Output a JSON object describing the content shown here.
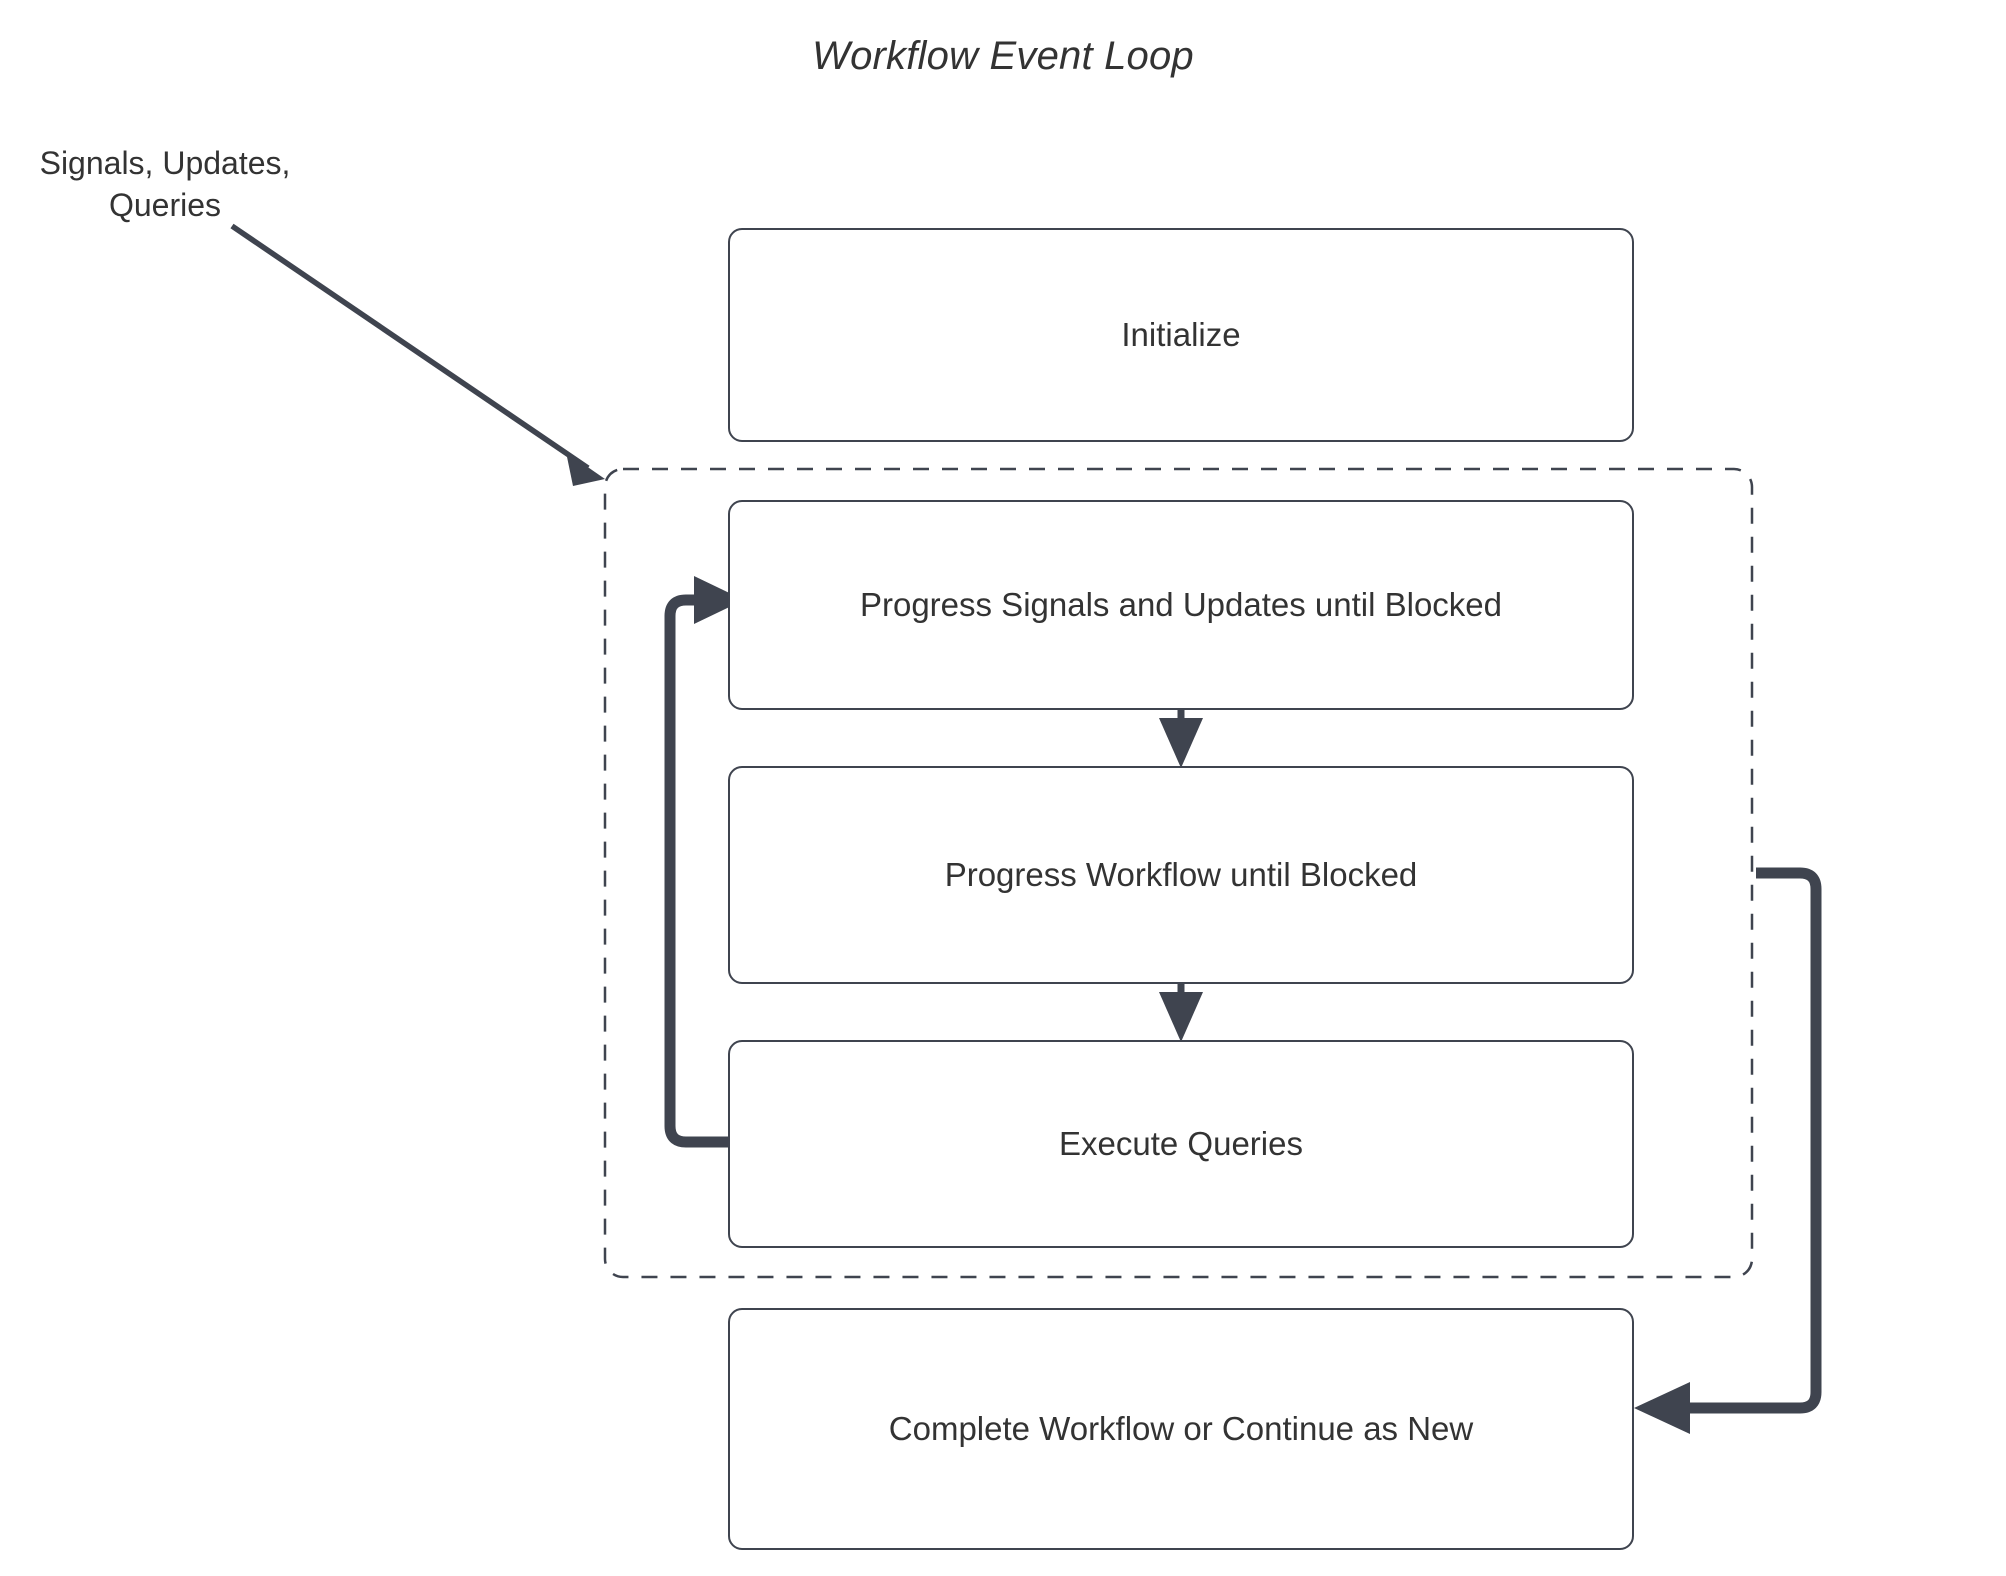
{
  "diagram": {
    "title": "Workflow Event Loop",
    "type": "flowchart",
    "external_input_label": "Signals, Updates,\nQueries",
    "nodes": [
      {
        "id": "initialize",
        "label": "Initialize"
      },
      {
        "id": "progress-signals",
        "label": "Progress Signals and Updates until Blocked"
      },
      {
        "id": "progress-workflow",
        "label": "Progress Workflow until Blocked"
      },
      {
        "id": "execute-queries",
        "label": "Execute Queries"
      },
      {
        "id": "complete",
        "label": "Complete Workflow or Continue as New"
      }
    ],
    "loop_container": {
      "style": "dashed",
      "contains": [
        "progress-signals",
        "progress-workflow",
        "execute-queries"
      ]
    },
    "edges": [
      {
        "from": "external-input",
        "to": "loop-container",
        "style": "thin-arrow",
        "label": ""
      },
      {
        "from": "progress-signals",
        "to": "progress-workflow",
        "style": "thin-arrow",
        "label": ""
      },
      {
        "from": "progress-workflow",
        "to": "execute-queries",
        "style": "thin-arrow",
        "label": ""
      },
      {
        "from": "execute-queries",
        "to": "progress-signals",
        "style": "thick-loop-back",
        "label": ""
      },
      {
        "from": "loop-container",
        "to": "complete",
        "style": "thick-arrow",
        "label": ""
      }
    ],
    "colors": {
      "stroke": "#3f444f",
      "text": "#333333",
      "background": "#ffffff",
      "thick_edge": "#3f444f"
    }
  }
}
